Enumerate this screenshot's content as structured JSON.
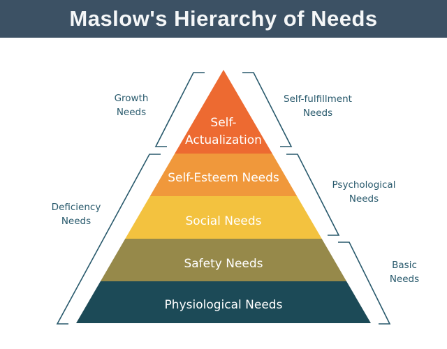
{
  "title": "Maslow's Hierarchy of Needs",
  "colors": {
    "header_bg": "#3c5164",
    "title_text": "#f5f7f8",
    "canvas_bg": "#ffffff",
    "bracket": "#28596c",
    "side_label_text": "#28596c",
    "level_label_text": "#ffffff"
  },
  "pyramid": {
    "levels": [
      {
        "label": "Self-Actualization",
        "lines": [
          "Self-",
          "Actualization"
        ],
        "color": "#ed6a31"
      },
      {
        "label": "Self-Esteem Needs",
        "color": "#f0983b"
      },
      {
        "label": "Social Needs",
        "color": "#f3c23f"
      },
      {
        "label": "Safety Needs",
        "color": "#96894a"
      },
      {
        "label": "Physiological Needs",
        "color": "#1c4a57"
      }
    ]
  },
  "annotations": {
    "growth": {
      "line1": "Growth",
      "line2": "Needs"
    },
    "self_fulfillment": {
      "line1": "Self-fulfillment",
      "line2": "Needs"
    },
    "deficiency": {
      "line1": "Deficiency",
      "line2": "Needs"
    },
    "psychological": {
      "line1": "Psychological",
      "line2": "Needs"
    },
    "basic": {
      "line1": "Basic",
      "line2": "Needs"
    }
  }
}
